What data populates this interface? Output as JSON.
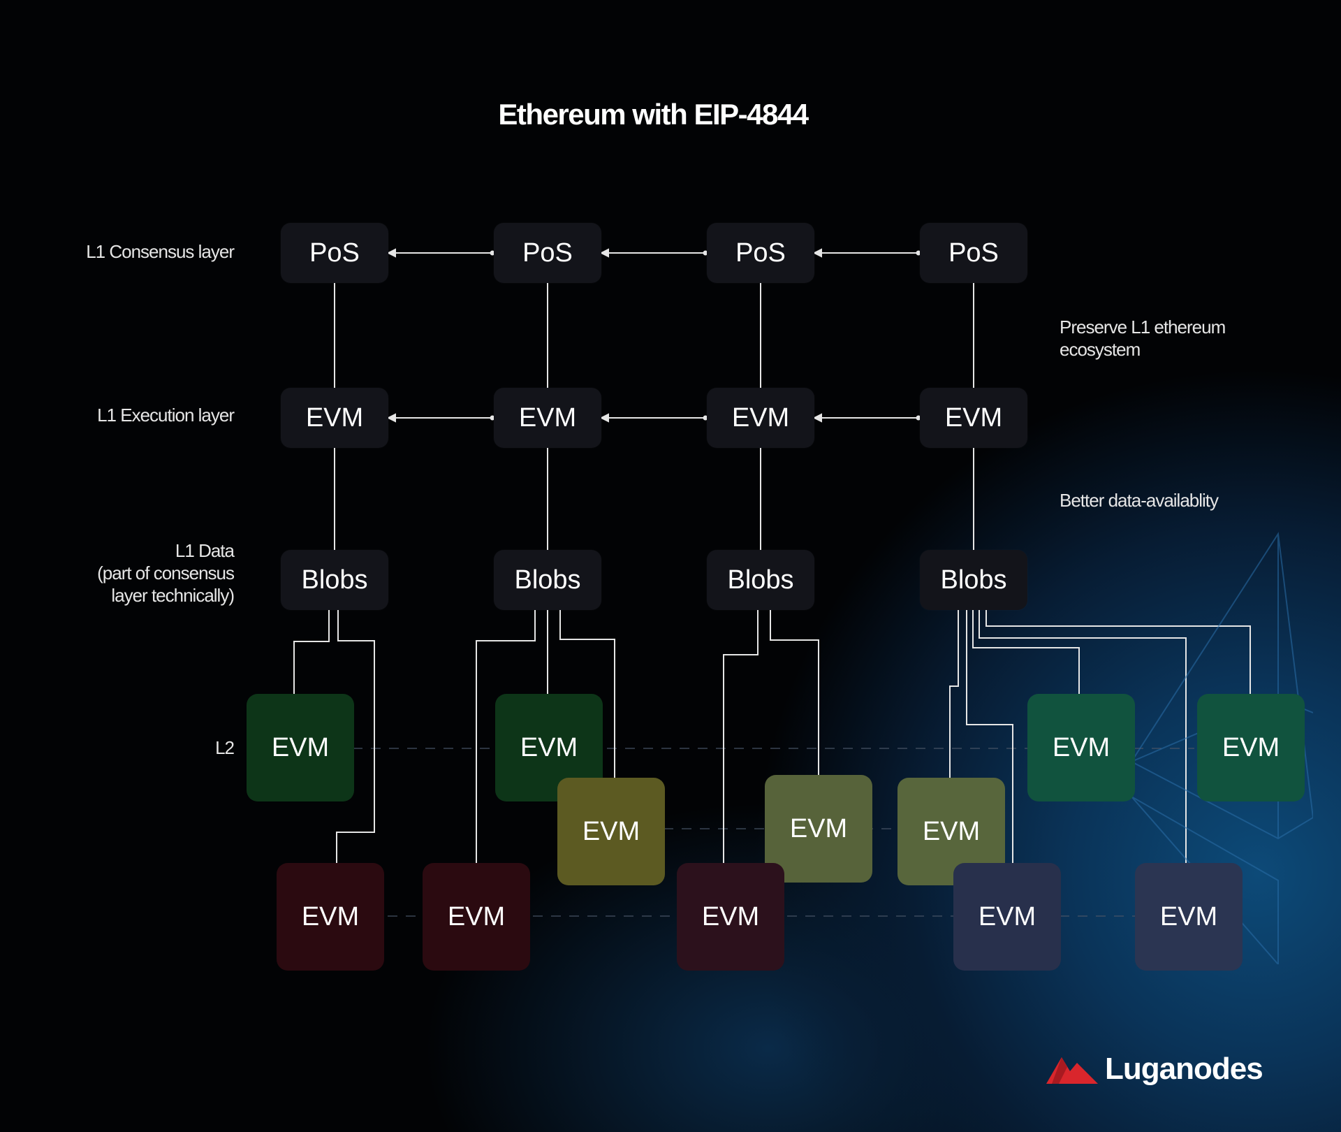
{
  "title": "Ethereum with EIP-4844",
  "row_labels": {
    "consensus": "L1 Consensus layer",
    "execution": "L1 Execution layer",
    "data_line1": "L1 Data",
    "data_line2": "(part of consensus",
    "data_line3": "layer technically)",
    "l2": "L2"
  },
  "side_notes": {
    "preserve_line1": "Preserve L1 ethereum",
    "preserve_line2": "ecosystem",
    "data_availability": "Better data-availablity"
  },
  "l1_blocks": [
    {
      "pos": "PoS",
      "evm": "EVM",
      "blobs": "Blobs"
    },
    {
      "pos": "PoS",
      "evm": "EVM",
      "blobs": "Blobs"
    },
    {
      "pos": "PoS",
      "evm": "EVM",
      "blobs": "Blobs"
    },
    {
      "pos": "PoS",
      "evm": "EVM",
      "blobs": "Blobs"
    }
  ],
  "l2_blocks": [
    {
      "label": "EVM",
      "color": "#0d3518"
    },
    {
      "label": "EVM",
      "color": "#0d3518"
    },
    {
      "label": "EVM",
      "color": "#5c5a22"
    },
    {
      "label": "EVM",
      "color": "#57633a"
    },
    {
      "label": "EVM",
      "color": "#58663c"
    },
    {
      "label": "EVM",
      "color": "#11533e"
    },
    {
      "label": "EVM",
      "color": "#11533e"
    },
    {
      "label": "EVM",
      "color": "#2b0a10"
    },
    {
      "label": "EVM",
      "color": "#2b0a10"
    },
    {
      "label": "EVM",
      "color": "#2c111c"
    },
    {
      "label": "EVM",
      "color": "#28304c"
    },
    {
      "label": "EVM",
      "color": "#2b3552"
    }
  ],
  "brand": {
    "name": "Luganodes",
    "accent": "#d9262c"
  }
}
